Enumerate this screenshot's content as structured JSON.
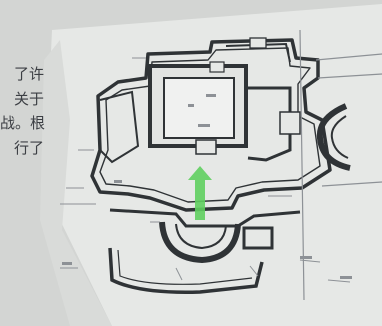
{
  "page_text_fragment": [
    "了许",
    "关于",
    "战。根",
    "行了"
  ],
  "colors": {
    "paper": "#d3d5d3",
    "map_paper": "#e6e8e6",
    "ink": "#2f3336",
    "faint_ink": "#8d9196",
    "highlight_arrow": "#5fcf5f"
  },
  "icons": {
    "arrow": "north-arrow-icon"
  }
}
